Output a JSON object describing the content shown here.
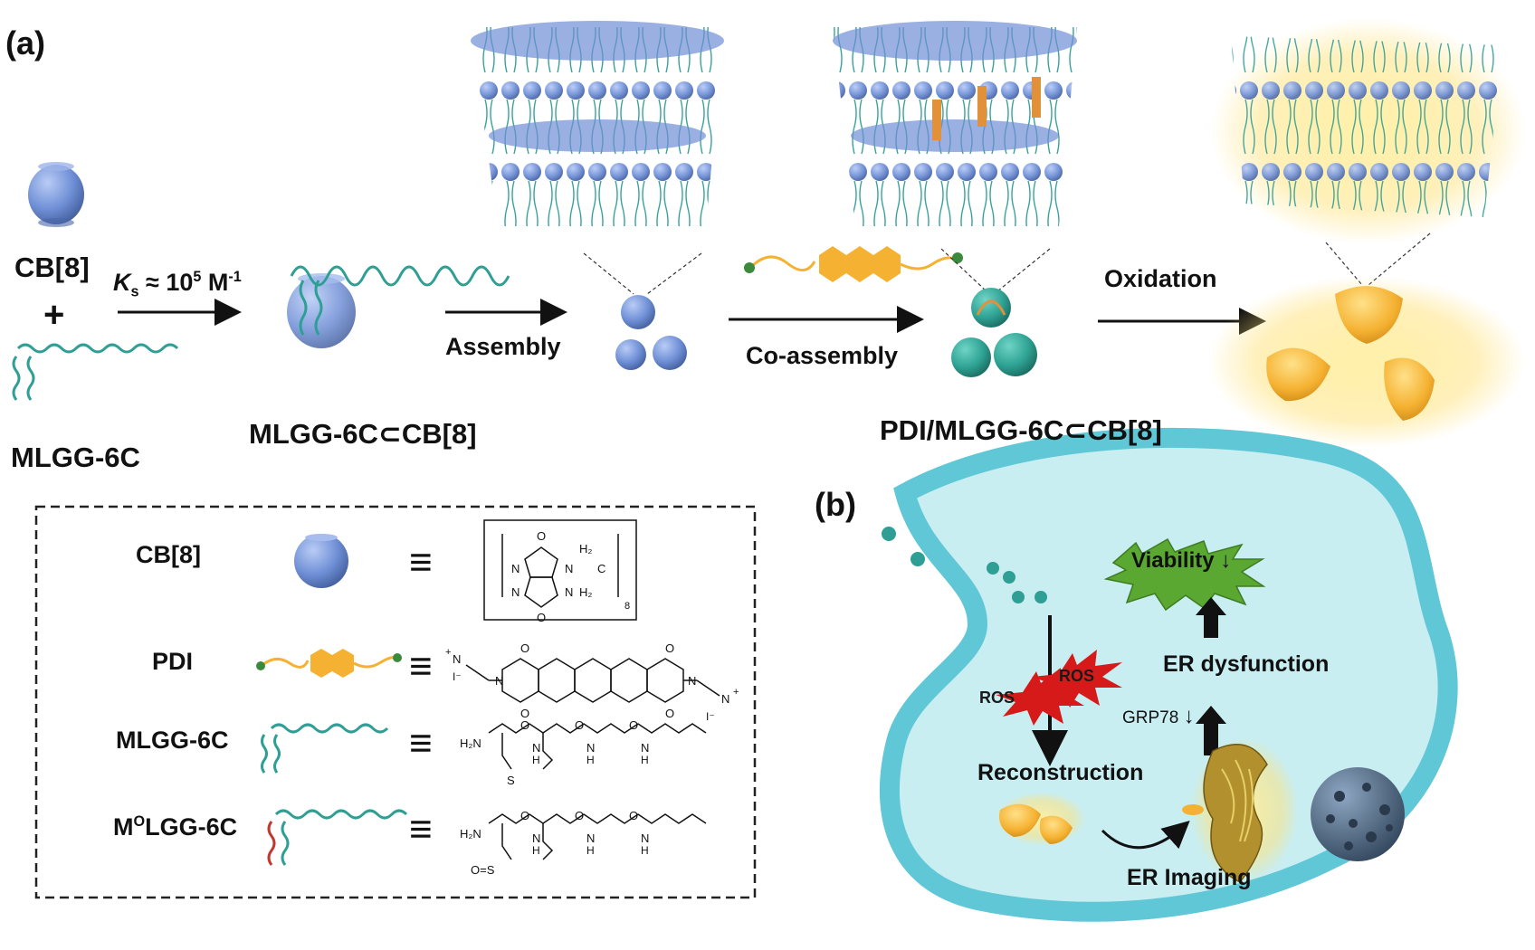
{
  "panel_a": {
    "label": "(a)",
    "cb8_label": "CB[8]",
    "plus": "+",
    "peptide_label": "MLGG-6C",
    "ks_symbol": "K",
    "ks_sub": "s",
    "ks_value": " ≈ 10",
    "ks_exp": "5",
    "ks_unit": " M",
    "ks_unit_exp": "-1",
    "complex_label": "MLGG-6C⊂CB[8]",
    "assembly_label": "Assembly",
    "coassembly_label": "Co-assembly",
    "pdi_complex_label": "PDI/MLGG-6C⊂CB[8]",
    "oxidation_label": "Oxidation"
  },
  "legend": {
    "rows": [
      {
        "name": "CB[8]"
      },
      {
        "name": "PDI"
      },
      {
        "name": "MLGG-6C"
      },
      {
        "name_main": "M",
        "name_sup": "O",
        "name_rest": "LGG-6C"
      }
    ],
    "equiv_symbol": "≡",
    "cb8_struct": {
      "h2_top": "H₂",
      "h2_bottom": "H₂",
      "n": "N",
      "o": "O",
      "c": "C",
      "repeat": "8"
    },
    "pdi_struct": {
      "o": "O",
      "n": "N",
      "plus": "+",
      "i": "I⁻"
    },
    "peptide_struct": {
      "h2n": "H₂N",
      "n": "N",
      "h": "H",
      "o": "O",
      "s": "S"
    },
    "ox_peptide_struct": {
      "h2n": "H₂N",
      "n": "N",
      "h": "H",
      "o": "O",
      "oxs": "O=S"
    }
  },
  "panel_b": {
    "label": "(b)",
    "viability": "Viability",
    "viability_arrow": "↓",
    "er_dysfunction": "ER dysfunction",
    "grp78": "GRP78",
    "grp78_arrow": "↓",
    "ros_1": "ROS",
    "ros_2": "ROS",
    "reconstruction": "Reconstruction",
    "er_imaging": "ER Imaging"
  },
  "colors": {
    "cb8_blue": "#6f8fd6",
    "peptide_teal": "#2f9e94",
    "pdi_orange": "#f5b232",
    "oxidized_red": "#c0392b",
    "cell_wall": "#5fc7d6",
    "cell_fill": "#c8eef2",
    "ros_red": "#d61a1a",
    "viability_green": "#5aa832"
  }
}
